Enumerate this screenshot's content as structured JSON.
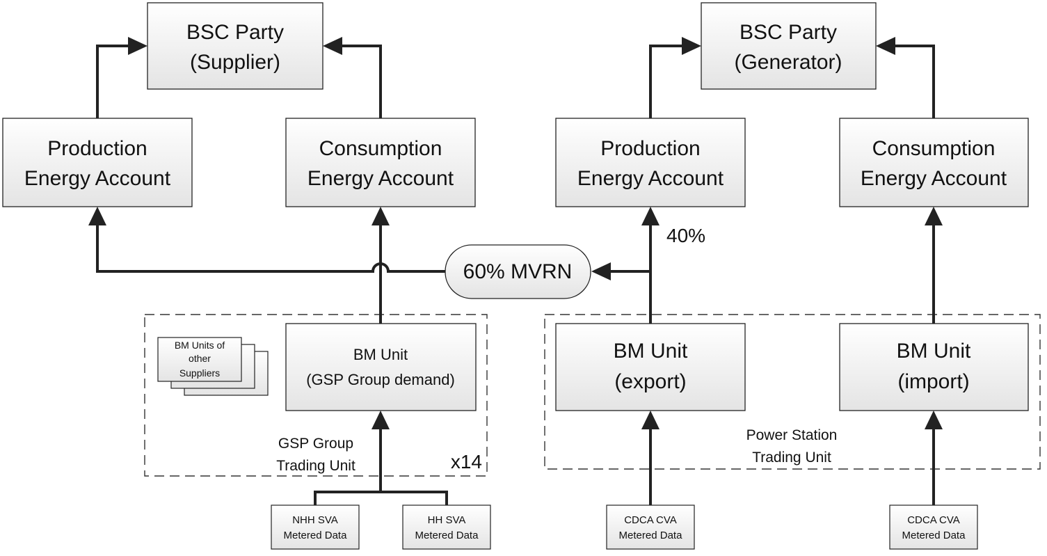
{
  "nodes": {
    "bsc_supplier": {
      "line1": "BSC Party",
      "line2": "(Supplier)"
    },
    "bsc_generator": {
      "line1": "BSC Party",
      "line2": "(Generator)"
    },
    "prod_supplier": {
      "line1": "Production",
      "line2": "Energy Account"
    },
    "cons_supplier": {
      "line1": "Consumption",
      "line2": "Energy Account"
    },
    "prod_generator": {
      "line1": "Production",
      "line2": "Energy Account"
    },
    "cons_generator": {
      "line1": "Consumption",
      "line2": "Energy Account"
    },
    "mvrn": {
      "label": "60% MVRN"
    },
    "bm_gsp": {
      "line1": "BM Unit",
      "line2": "(GSP Group demand)"
    },
    "bm_export": {
      "line1": "BM Unit",
      "line2": "(export)"
    },
    "bm_import": {
      "line1": "BM Unit",
      "line2": "(import)"
    },
    "bm_other": {
      "line1": "BM Units of",
      "line2": "other",
      "line3": "Suppliers"
    },
    "nhh_sva": {
      "line1": "NHH SVA",
      "line2": "Metered Data"
    },
    "hh_sva": {
      "line1": "HH SVA",
      "line2": "Metered Data"
    },
    "cdca_export": {
      "line1": "CDCA CVA",
      "line2": "Metered Data"
    },
    "cdca_import": {
      "line1": "CDCA CVA",
      "line2": "Metered Data"
    }
  },
  "groups": {
    "gsp_group": {
      "line1": "GSP Group",
      "line2": "Trading Unit",
      "multiplier": "x14"
    },
    "power_station": {
      "line1": "Power Station",
      "line2": "Trading Unit"
    }
  },
  "edge_labels": {
    "export_to_production": "40%"
  }
}
